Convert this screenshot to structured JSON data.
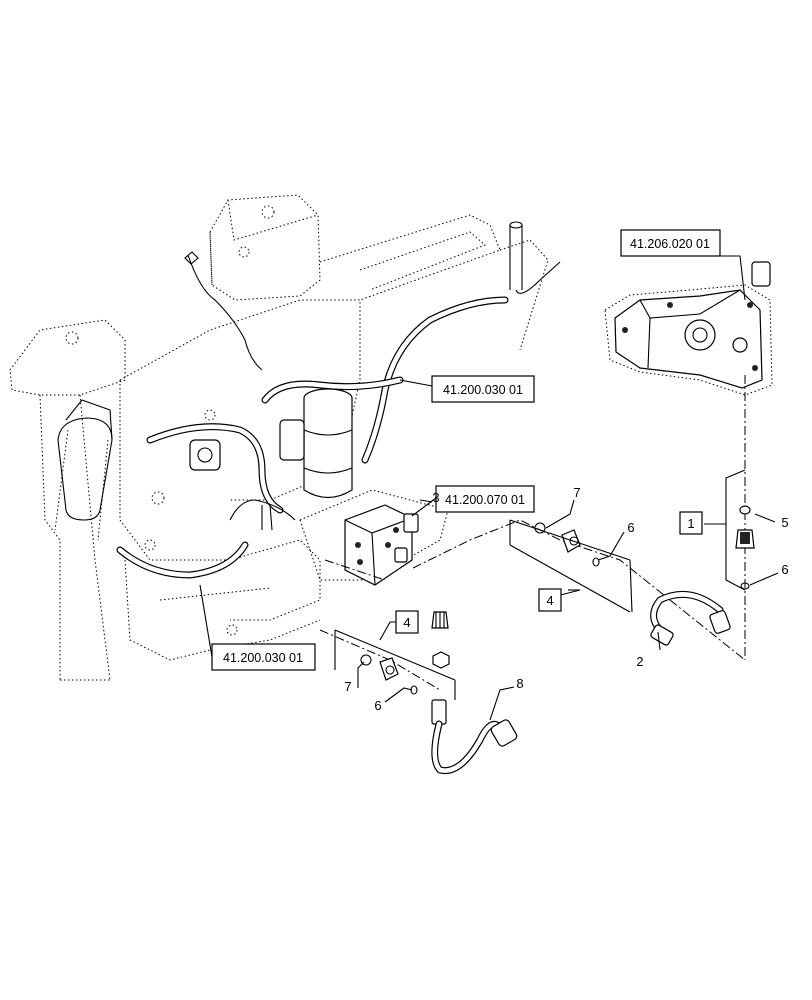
{
  "references": {
    "pump_ref": "41.206.020 01",
    "harness_ref_upper": "41.200.030 01",
    "valve_ref": "41.200.070 01",
    "harness_ref_lower": "41.200.030 01"
  },
  "callouts": {
    "c1": "1",
    "c2": "2",
    "c3": "3",
    "c4_right": "4",
    "c4_left": "4",
    "c5": "5",
    "c6_right_top": "6",
    "c6_right_bottom": "6",
    "c6_left": "6",
    "c7_right": "7",
    "c7_left": "7",
    "c8": "8"
  }
}
